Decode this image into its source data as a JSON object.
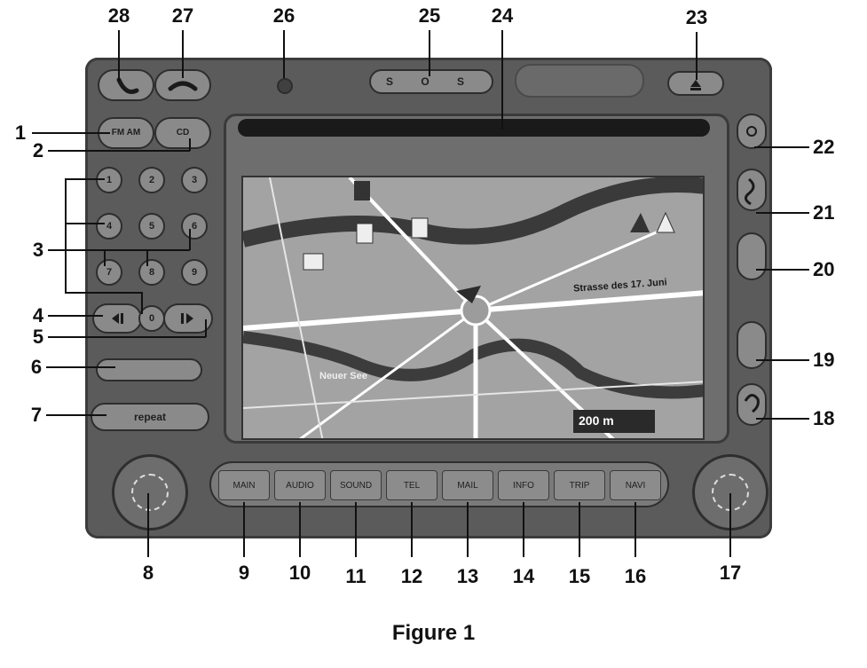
{
  "figure": {
    "caption": "Figure 1"
  },
  "unit": {
    "top_buttons": {
      "sos": "S O S",
      "fm_am": "FM AM",
      "cd": "CD",
      "repeat": "repeat"
    },
    "preset_labels": [
      "1",
      "2",
      "3",
      "4",
      "5",
      "6",
      "7",
      "8",
      "9",
      "0"
    ],
    "bottom_keys": [
      "MAIN",
      "AUDIO",
      "SOUND",
      "TEL",
      "MAIL",
      "INFO",
      "TRIP",
      "NAVI"
    ],
    "map": {
      "street_label": "Strasse des 17. Juni",
      "lake_label": "Neuer See",
      "scale": "200 m"
    }
  },
  "callouts": {
    "top": [
      "28",
      "27",
      "26",
      "25",
      "24",
      "23"
    ],
    "left": [
      "1",
      "2",
      "3",
      "4",
      "5",
      "6",
      "7"
    ],
    "right": [
      "22",
      "21",
      "20",
      "19",
      "18"
    ],
    "bottom": [
      "8",
      "9",
      "10",
      "11",
      "12",
      "13",
      "14",
      "15",
      "16",
      "17"
    ]
  },
  "colors": {
    "line": "#111111",
    "panel": "#5b5b5b",
    "map_road": "#ffffff",
    "map_water": "#3c3c3c"
  }
}
